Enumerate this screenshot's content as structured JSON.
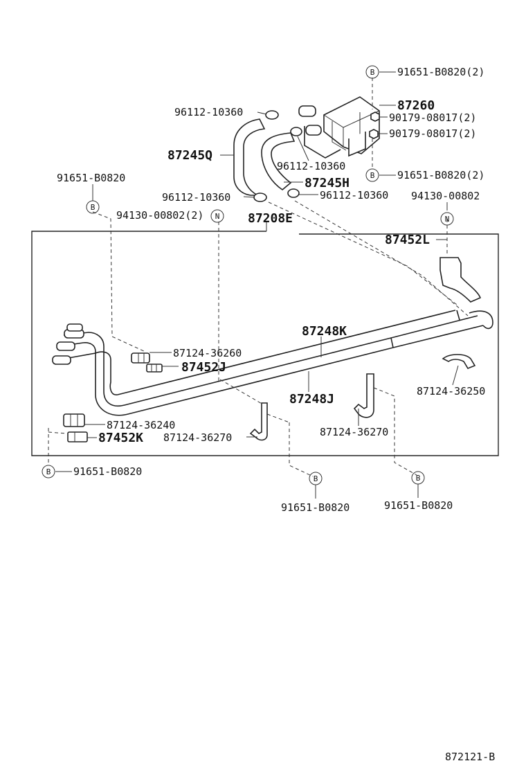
{
  "diagram": {
    "callouts": {
      "c01": "91651-B0820(2)",
      "c02": "87260",
      "c03": "90179-08017(2)",
      "c04": "90179-08017(2)",
      "c05": "96112-10360",
      "c06": "87245Q",
      "c07": "96112-10360",
      "c08": "91651-B0820(2)",
      "c09": "87245H",
      "c10": "96112-10360",
      "c11": "96112-10360",
      "c12": "94130-00802",
      "c13": "91651-B0820",
      "c14": "94130-00802(2)",
      "c15": "87208E",
      "c16": "87452L",
      "c17": "87248K",
      "c18": "87124-36260",
      "c19": "87452J",
      "c20": "87248J",
      "c21": "87124-36250",
      "c22": "87124-36240",
      "c23": "87452K",
      "c24": "87124-36270",
      "c25": "87124-36270",
      "c26": "91651-B0820",
      "c27": "91651-B0820",
      "c28": "91651-B0820"
    },
    "markers": {
      "b": "B",
      "n": "N"
    },
    "diagram_code": "872121-B"
  }
}
